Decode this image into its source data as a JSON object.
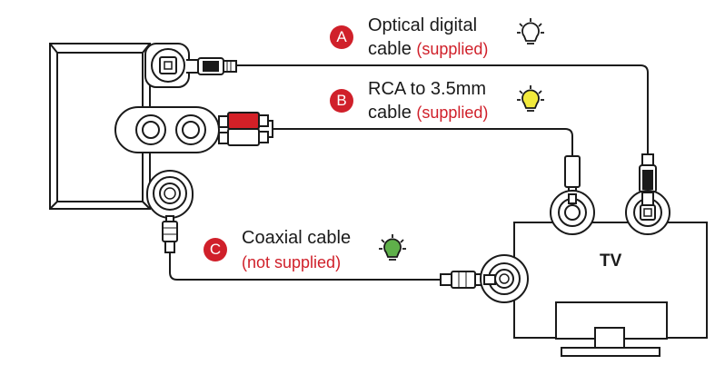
{
  "connections": [
    {
      "letter": "A",
      "line1": "Optical digital",
      "line2": "cable",
      "note": "(supplied)",
      "bulb_color": "#ffffff",
      "bulb_icon": "lightbulb-icon"
    },
    {
      "letter": "B",
      "line1": "RCA to 3.5mm",
      "line2": "cable",
      "note": "(supplied)",
      "bulb_color": "#f2ea3c",
      "bulb_icon": "lightbulb-icon"
    },
    {
      "letter": "C",
      "line1": "Coaxial cable",
      "line2": "",
      "note": "(not supplied)",
      "bulb_color": "#5fb04a",
      "bulb_icon": "lightbulb-icon"
    }
  ],
  "tv_label": "TV",
  "colors": {
    "accent": "#d0202a",
    "outline": "#1a1a1a",
    "rca_red": "#d42027"
  }
}
